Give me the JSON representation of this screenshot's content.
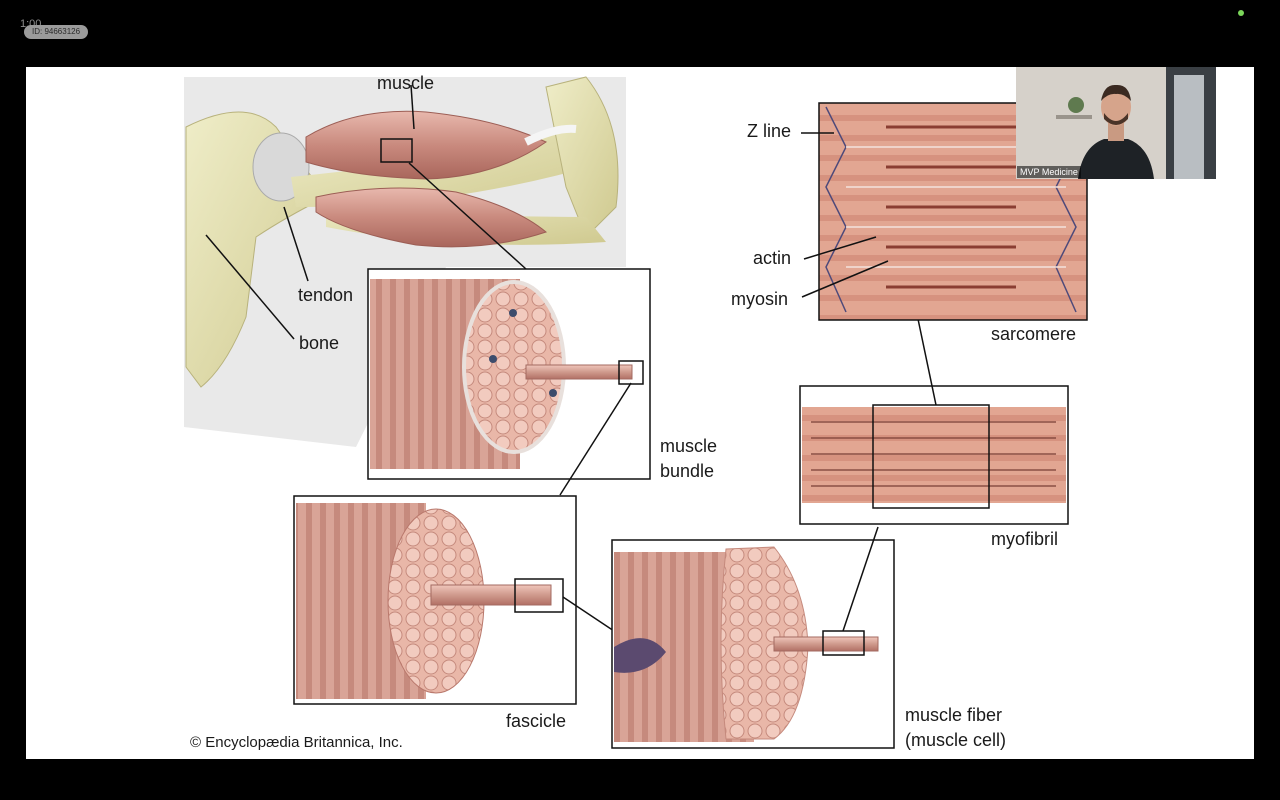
{
  "meeting": {
    "timer": "1:00",
    "meeting_id": "ID: 94663126",
    "participant_name": "MVP Medicine"
  },
  "slide": {
    "labels": {
      "muscle": "muscle",
      "tendon": "tendon",
      "bone": "bone",
      "muscle_bundle_line1": "muscle",
      "muscle_bundle_line2": "bundle",
      "fascicle": "fascicle",
      "muscle_fiber_line1": "muscle fiber",
      "muscle_fiber_line2": "(muscle cell)",
      "myofibril": "myofibril",
      "sarcomere": "sarcomere",
      "z_line": "Z line",
      "actin": "actin",
      "myosin": "myosin"
    },
    "credit": "© Encyclopædia Britannica, Inc."
  },
  "colors": {
    "muscle": "#c98a7e",
    "bone": "#e6e2b6",
    "background": "#000000",
    "slide": "#ffffff"
  }
}
